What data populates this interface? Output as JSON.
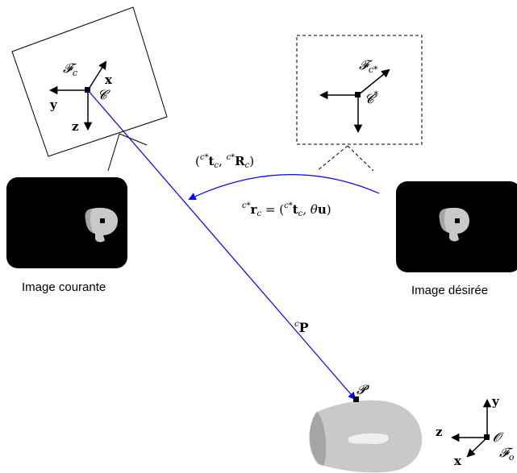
{
  "current_camera": {
    "frame_label": "𝓕",
    "frame_sub": "c",
    "center_label": "𝓒",
    "axis_x": "x",
    "axis_y": "y",
    "axis_z": "z"
  },
  "desired_camera": {
    "frame_label": "𝓕",
    "frame_sub": "c*",
    "center_label": "𝓒",
    "center_sup": "*"
  },
  "pose_label": {
    "open": "(",
    "t_sup": "c*",
    "t": "t",
    "t_sub": "c",
    "comma": ", ",
    "r_sup": "c*",
    "r": "R",
    "r_sub": "c",
    "close": ")"
  },
  "relation_label": {
    "lhs_sup": "c*",
    "lhs": "r",
    "lhs_sub": "c",
    "eq": " = (",
    "t_sup": "c*",
    "t": "t",
    "t_sub": "c",
    "rest": ", θ",
    "u": "u",
    "close": ")"
  },
  "captions": {
    "current": "Image courante",
    "desired": "Image désirée"
  },
  "point_vector": {
    "sup": "c",
    "label": "P"
  },
  "object_point": {
    "label": "𝓟"
  },
  "world_frame": {
    "axis_x": "x",
    "axis_y": "y",
    "axis_z": "z",
    "origin": "𝓞",
    "frame_label": "𝓕",
    "frame_sub": "o"
  },
  "colors": {
    "line": "#000000",
    "vector": "#0000ff",
    "image_bg": "#000000",
    "object_fill": "#c9c9c9",
    "object_shade": "#a5a5a5"
  }
}
